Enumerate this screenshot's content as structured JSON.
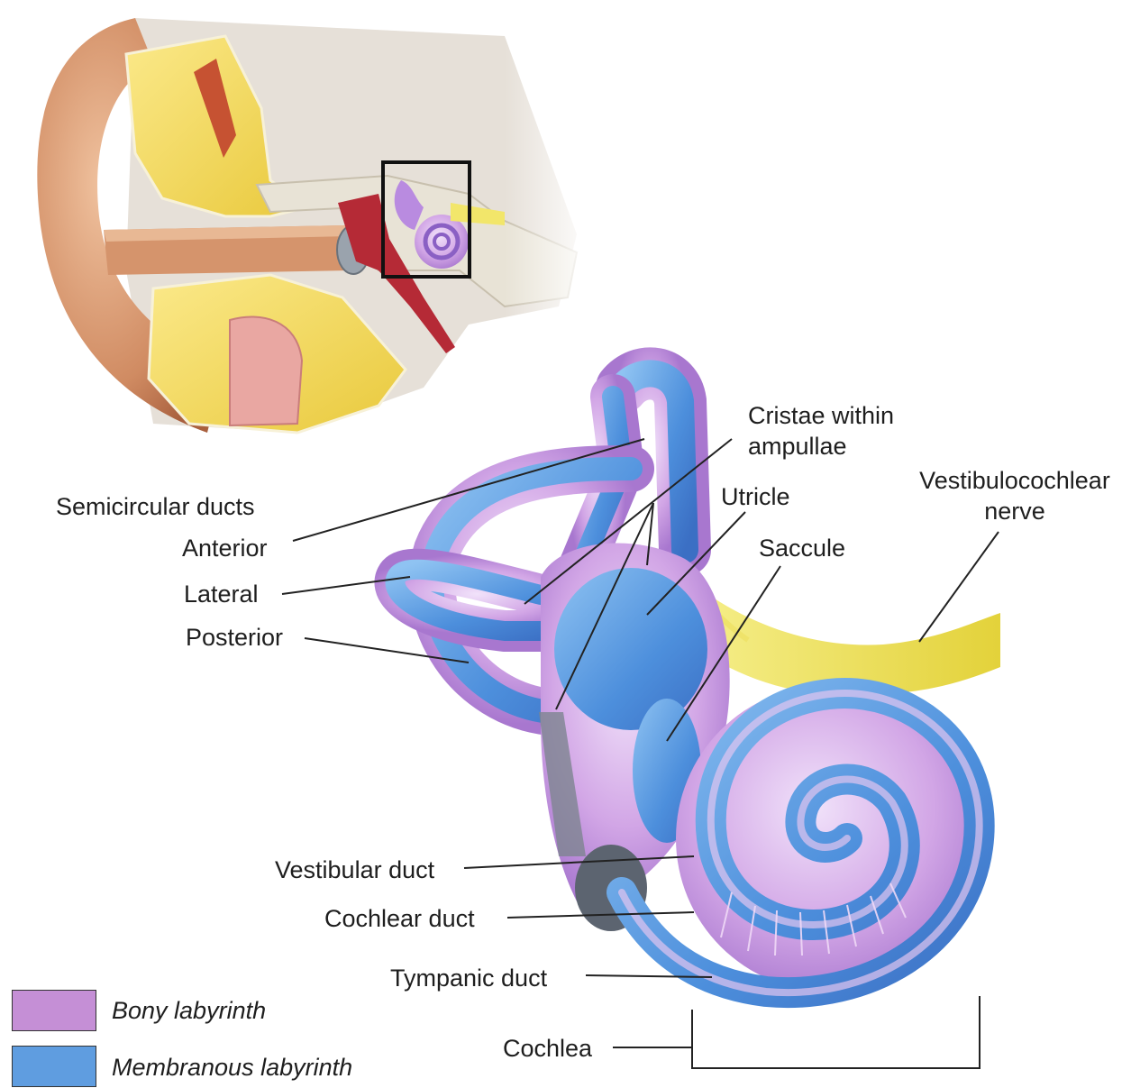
{
  "labels": {
    "semicircular_ducts": "Semicircular ducts",
    "anterior": "Anterior",
    "lateral": "Lateral",
    "posterior": "Posterior",
    "cristae_line1": "Cristae within",
    "cristae_line2": "ampullae",
    "utricle": "Utricle",
    "saccule": "Saccule",
    "nerve_line1": "Vestibulocochlear",
    "nerve_line2": "nerve",
    "vestibular_duct": "Vestibular duct",
    "cochlear_duct": "Cochlear duct",
    "tympanic_duct": "Tympanic duct",
    "cochlea": "Cochlea"
  },
  "legend": [
    {
      "label": "Bony labyrinth",
      "color": "#c58fd6"
    },
    {
      "label": "Membranous labyrinth",
      "color": "#5f9de0"
    }
  ],
  "colors": {
    "bony": "#c58fd6",
    "membranous": "#5f9de0",
    "nerve": "#f2e96a",
    "bone": "#f4dc5a",
    "skin": "#d89a72",
    "leader": "#222222"
  }
}
